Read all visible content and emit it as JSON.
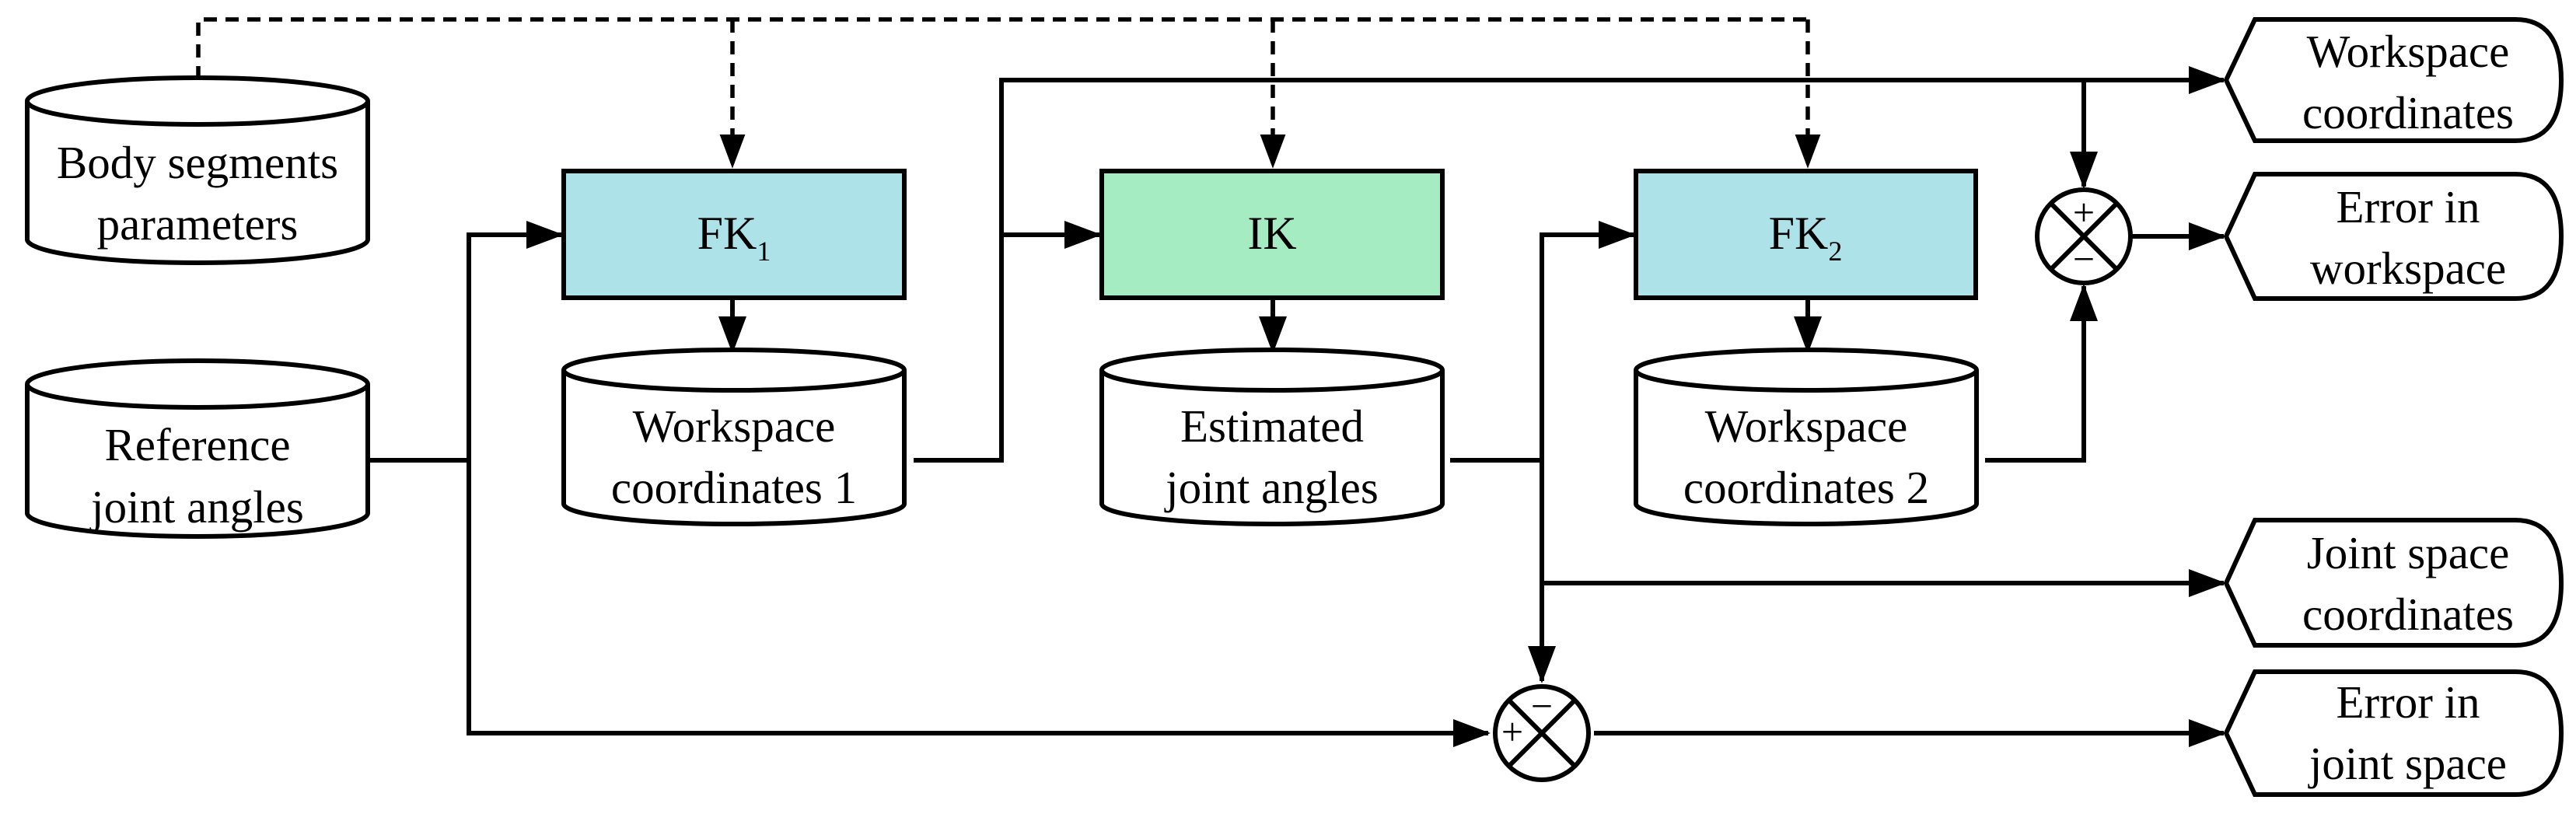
{
  "colors": {
    "fk_block": "#ade3e8",
    "ik_block": "#a5ecc2",
    "stroke": "#000000",
    "background": "#ffffff"
  },
  "icons": {
    "database": "cylinder",
    "output_terminal": "display-shape",
    "summing_junction": "circle-x"
  },
  "inputs": {
    "body_segments": [
      "Body segments",
      "parameters"
    ],
    "reference_angles": [
      "Reference",
      "joint angles"
    ]
  },
  "blocks": {
    "fk1": {
      "main": "FK",
      "sub": "1"
    },
    "ik": {
      "main": "IK"
    },
    "fk2": {
      "main": "FK",
      "sub": "2"
    }
  },
  "stores": {
    "ws1": [
      "Workspace",
      "coordinates 1"
    ],
    "est": [
      "Estimated",
      "joint angles"
    ],
    "ws2": [
      "Workspace",
      "coordinates 2"
    ]
  },
  "outputs": {
    "ws_coords": [
      "Workspace",
      "coordinates"
    ],
    "ws_error": [
      "Error in",
      "workspace"
    ],
    "js_coords": [
      "Joint space",
      "coordinates"
    ],
    "js_error": [
      "Error in",
      "joint space"
    ]
  },
  "junctions": {
    "workspace": {
      "top_sign": "+",
      "bottom_sign": "−"
    },
    "jointspace": {
      "left_sign": "+",
      "top_sign": "−"
    }
  }
}
